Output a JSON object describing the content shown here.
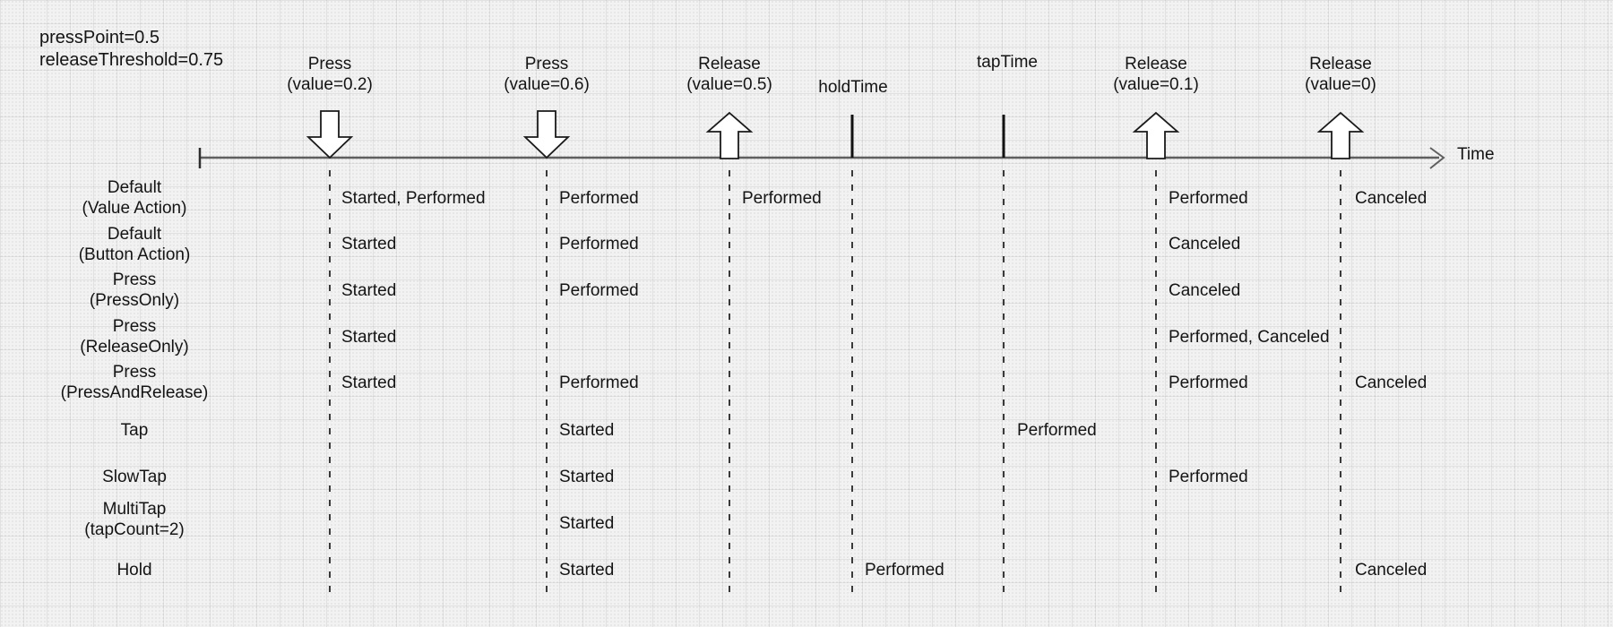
{
  "params": {
    "press_point": "pressPoint=0.5",
    "release_threshold": "releaseThreshold=0.75"
  },
  "axis": {
    "time_label": "Time"
  },
  "markers": [
    {
      "id": "press02",
      "type": "press-down-arrow",
      "line1": "Press",
      "line2": "(value=0.2)"
    },
    {
      "id": "press06",
      "type": "press-down-arrow",
      "line1": "Press",
      "line2": "(value=0.6)"
    },
    {
      "id": "release05",
      "type": "release-up-arrow",
      "line1": "Release",
      "line2": "(value=0.5)"
    },
    {
      "id": "holdTime",
      "type": "time-tick",
      "line1": "holdTime",
      "line2": ""
    },
    {
      "id": "tapTime",
      "type": "time-tick",
      "line1": "tapTime",
      "line2": ""
    },
    {
      "id": "release01",
      "type": "release-up-arrow",
      "line1": "Release",
      "line2": "(value=0.1)"
    },
    {
      "id": "release0",
      "type": "release-up-arrow",
      "line1": "Release",
      "line2": "(value=0)"
    }
  ],
  "rows": [
    {
      "label1": "Default",
      "label2": "(Value Action)",
      "events": {
        "press02": "Started, Performed",
        "press06": "Performed",
        "release05": "Performed",
        "release01": "Performed",
        "release0": "Canceled"
      }
    },
    {
      "label1": "Default",
      "label2": "(Button Action)",
      "events": {
        "press02": "Started",
        "press06": "Performed",
        "release01": "Canceled"
      }
    },
    {
      "label1": "Press",
      "label2": "(PressOnly)",
      "events": {
        "press02": "Started",
        "press06": "Performed",
        "release01": "Canceled"
      }
    },
    {
      "label1": "Press",
      "label2": "(ReleaseOnly)",
      "events": {
        "press02": "Started",
        "release01": "Performed, Canceled"
      }
    },
    {
      "label1": "Press",
      "label2": "(PressAndRelease)",
      "events": {
        "press02": "Started",
        "press06": "Performed",
        "release01": "Performed",
        "release0": "Canceled"
      }
    },
    {
      "label1": "Tap",
      "label2": "",
      "events": {
        "press06": "Started",
        "tapTime": "Performed"
      }
    },
    {
      "label1": "SlowTap",
      "label2": "",
      "events": {
        "press06": "Started",
        "release01": "Performed"
      }
    },
    {
      "label1": "MultiTap",
      "label2": "(tapCount=2)",
      "events": {
        "press06": "Started"
      }
    },
    {
      "label1": "Hold",
      "label2": "",
      "events": {
        "press06": "Started",
        "holdTime": "Performed",
        "release0": "Canceled"
      }
    }
  ]
}
